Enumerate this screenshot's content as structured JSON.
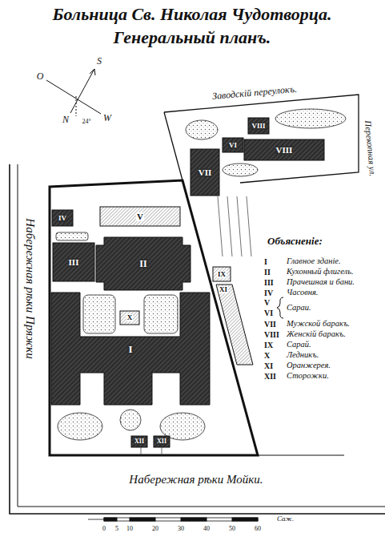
{
  "diagram": {
    "title": "Больница Св. Николая Чудотворца. Генеральный планъ.",
    "nodes": [
      {
        "text": [
          "VIII"
        ]
      },
      {
        "text": [
          "VIII"
        ]
      },
      {
        "text": [
          "VI"
        ]
      },
      {
        "text": [
          "VII"
        ]
      },
      {
        "text": [
          "IV"
        ]
      },
      {
        "text": [
          "V"
        ]
      },
      {
        "text": [
          "III"
        ]
      },
      {
        "text": [
          "II"
        ]
      },
      {
        "text": [
          "X"
        ]
      },
      {
        "text": [
          "IX"
        ]
      },
      {
        "text": [
          "XI"
        ]
      },
      {
        "text": [
          "I"
        ]
      },
      {
        "text": [
          "XII"
        ]
      },
      {
        "text": [
          "XII"
        ]
      }
    ],
    "labels": [
      "O",
      "S",
      "N",
      "W",
      "24°",
      "Заводскій переулокъ.",
      "Перекопная ул.",
      "Набережная рѣки Пряжки",
      "Объясненіе:",
      "I",
      "Главное зданіе.",
      "II",
      "Кухонный флигель.",
      "III",
      "Прачешная и бани.",
      "IV",
      "Часовня.",
      "V",
      "VI",
      "Сараи.",
      "VII",
      "Мужской баракъ.",
      "VIII",
      "Женскій баракъ.",
      "IX",
      "Сарай.",
      "X",
      "Ледникъ.",
      "XI",
      "Оранжерея.",
      "XII",
      "Сторожки.",
      "Набережная рѣки Мойки.",
      "0",
      "5",
      "10",
      "20",
      "30",
      "40",
      "50",
      "60",
      "Саж."
    ]
  }
}
